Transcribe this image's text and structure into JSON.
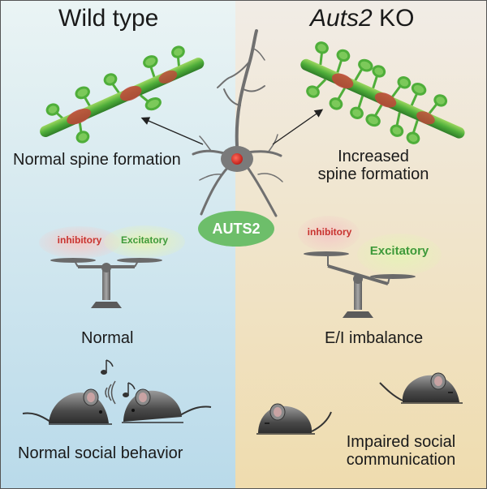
{
  "left_panel": {
    "title": "Wild type",
    "spine_label": "Normal spine formation",
    "balance_label": "Normal",
    "behavior_label": "Normal social behavior",
    "inhibitory_label": "inhibitory",
    "excitatory_label": "Excitatory"
  },
  "right_panel": {
    "title_italic": "Auts2",
    "title_rest": " KO",
    "spine_label_line1": "Increased",
    "spine_label_line2": "spine formation",
    "balance_label": "E/I imbalance",
    "behavior_label_line1": "Impaired social",
    "behavior_label_line2": "communication",
    "inhibitory_label": "inhibitory",
    "excitatory_label": "Excitatory"
  },
  "center": {
    "gene_label": "AUTS2"
  },
  "colors": {
    "left_bg_top": "#eaf4f4",
    "left_bg_bottom": "#b9daea",
    "right_bg_top": "#f1ece6",
    "right_bg_bottom": "#efdcae",
    "gene_pill": "#6dbe6a",
    "inhibitory_text": "#c8332f",
    "excitatory_text": "#3e9a3a",
    "dendrite": "#5bb84a",
    "mouse": "#5a5a5a"
  }
}
